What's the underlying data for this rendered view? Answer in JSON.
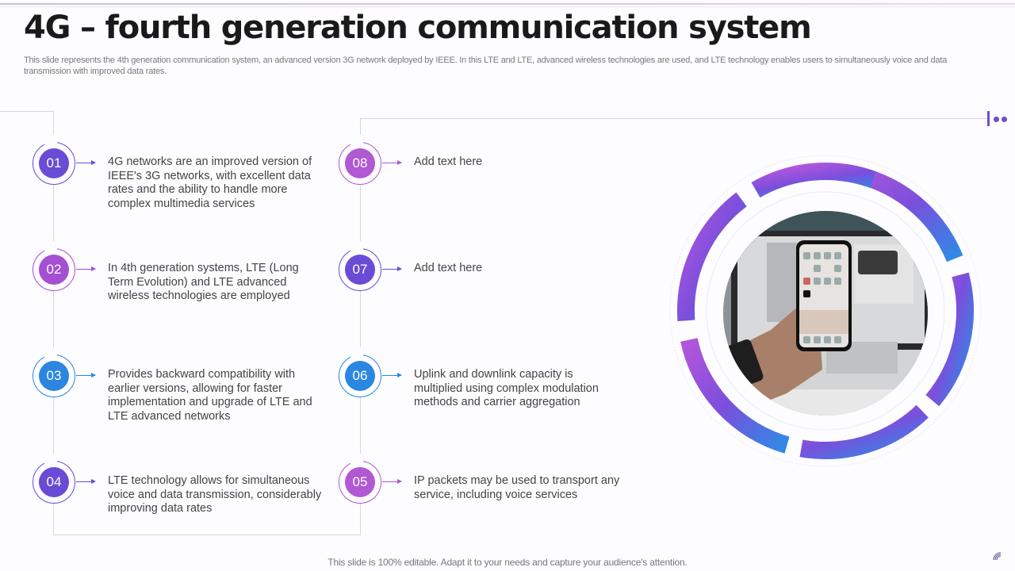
{
  "header": {
    "title": "4G – fourth generation communication system",
    "subtitle": "This slide represents the 4th generation communication system, an advanced version 3G network deployed by IEEE. In this LTE and LTE, advanced wireless technologies are used, and LTE technology enables users to simultaneously voice and data transmission with improved data rates."
  },
  "steps": [
    {
      "num": "01",
      "text": "4G networks are an improved version of IEEE's 3G networks, with excellent data rates and the ability to handle more complex multimedia services",
      "color": "#6a4bd6"
    },
    {
      "num": "02",
      "text": "In 4th generation systems, LTE (Long Term Evolution) and LTE advanced wireless technologies are employed",
      "color": "#a54fd2"
    },
    {
      "num": "03",
      "text": "Provides backward compatibility with earlier versions, allowing for faster implementation and upgrade of LTE and LTE advanced networks",
      "color": "#2b86e0"
    },
    {
      "num": "04",
      "text": "LTE technology allows for simultaneous voice and data transmission, considerably improving data rates",
      "color": "#6a4bd6"
    },
    {
      "num": "05",
      "text": "IP packets may be used to transport any service, including voice services",
      "color": "#b158d3"
    },
    {
      "num": "06",
      "text": "Uplink and downlink capacity is multiplied using complex modulation methods and carrier aggregation",
      "color": "#2b86e0"
    },
    {
      "num": "07",
      "text": "Add text here",
      "color": "#6a4bd6"
    },
    {
      "num": "08",
      "text": "Add text here",
      "color": "#b158d3"
    }
  ],
  "image": {
    "description": "hand holding smartphone in front of desktop computer"
  },
  "colors": {
    "purple": "#6a4bd6",
    "magenta": "#b158d3",
    "blue": "#2b86e0"
  },
  "footer": {
    "text": "This slide is 100% editable. Adapt it to your needs and capture your audience's attention."
  }
}
